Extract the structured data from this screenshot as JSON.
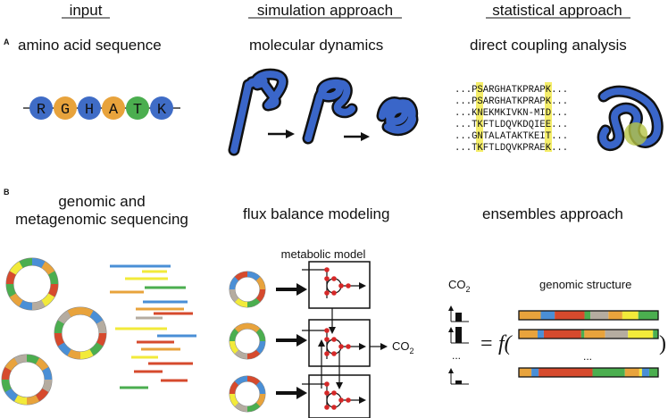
{
  "headers": {
    "input": "input",
    "simulation": "simulation approach",
    "statistical": "statistical approach"
  },
  "panel_a": {
    "label": "A",
    "sequence_title": "amino acid sequence",
    "residues": [
      {
        "letter": "R",
        "color": "#3f6cc6"
      },
      {
        "letter": "G",
        "color": "#e8a33c"
      },
      {
        "letter": "H",
        "color": "#3f6cc6"
      },
      {
        "letter": "A",
        "color": "#e8a33c"
      },
      {
        "letter": "T",
        "color": "#4bae4f"
      },
      {
        "letter": "K",
        "color": "#3f6cc6"
      }
    ],
    "md_title": "molecular dynamics",
    "dca_title": "direct coupling analysis",
    "alignment": [
      "...PSARGHATKPRAPK...",
      "...PSARGHATKPRAPK...",
      "...KNEKMKIVKN-MID...",
      "...TKFTLDQVKDQIEE...",
      "...GNTALATAKTKEIT...",
      "...TKFTLDQVKPRAEK..."
    ],
    "protein_color": "#3a66c9",
    "highlight_color": "#f5ee6a"
  },
  "panel_b": {
    "label": "B",
    "sequencing_title_line1": "genomic and",
    "sequencing_title_line2": "metagenomic sequencing",
    "flux_title": "flux balance modeling",
    "metabolic_label": "metabolic model",
    "co2_output": "CO",
    "co2_output_sub": "2",
    "ensembles_title": "ensembles approach",
    "co2_axis": "CO",
    "co2_axis_sub": "2",
    "genomic_structure": "genomic structure",
    "ellipsis_left": "...",
    "ellipsis_right": "...",
    "equation_eq": "=",
    "equation_f": "f(",
    "equation_close": ")"
  },
  "palette": {
    "blue": "#4a8fd6",
    "orange": "#e8a33c",
    "red": "#d64a2d",
    "green": "#4bae4f",
    "yellow": "#f2ea3a",
    "gray": "#b5aca0",
    "dark_red": "#c0392b"
  }
}
